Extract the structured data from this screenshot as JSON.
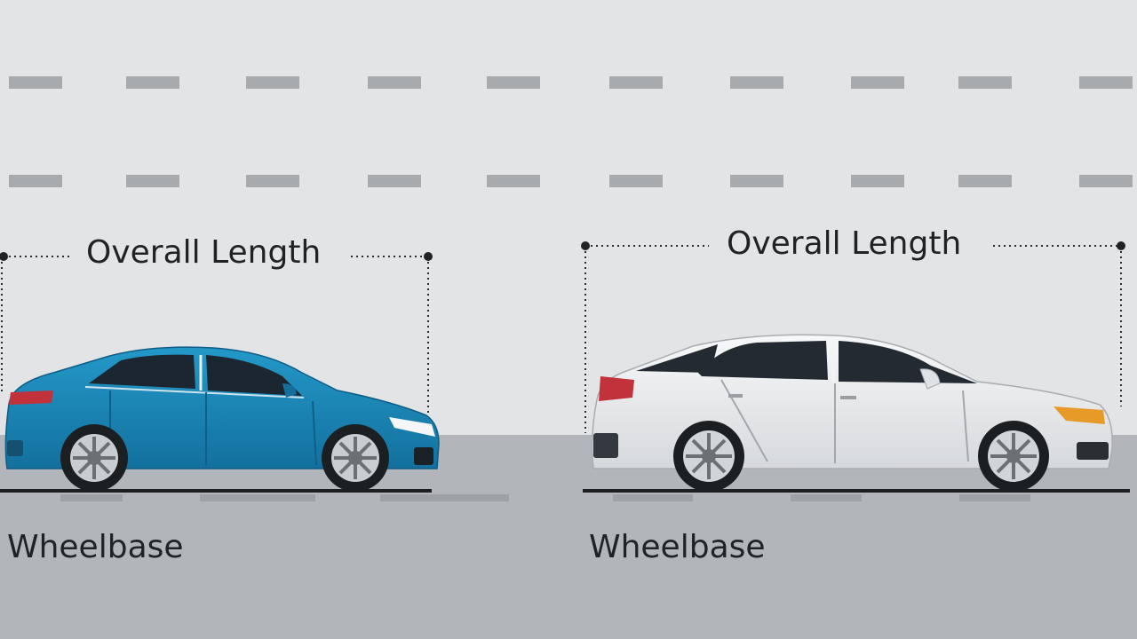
{
  "diagram": {
    "left_car": {
      "length_label": "Overall Length",
      "wheelbase_label": "Wheelbase",
      "body_color": "#1a86b6"
    },
    "right_car": {
      "length_label": "Overall Length",
      "wheelbase_label": "Wheelbase",
      "body_color": "#eceef0"
    },
    "colors": {
      "sky": "#e2e4e6",
      "road": "#b2b6ba",
      "lane_marking": "#a7abae",
      "ground_line": "#1d1f21",
      "text": "#1f2326"
    }
  }
}
